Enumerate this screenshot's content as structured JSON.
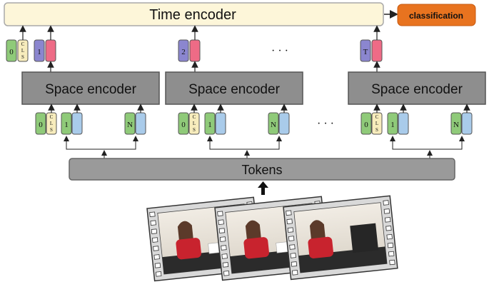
{
  "time_encoder": {
    "label": "Time encoder"
  },
  "classification": {
    "label": "classification"
  },
  "space_encoders": [
    {
      "label": "Space encoder"
    },
    {
      "label": "Space encoder"
    },
    {
      "label": "Space encoder"
    }
  ],
  "tokens_bar": {
    "label": "Tokens"
  },
  "ellipsis": "· · ·",
  "token_labels": {
    "zero": "0",
    "cls": "C\nL\nS",
    "one": "1",
    "n": "N",
    "two": "2",
    "t": "T"
  },
  "colors": {
    "time_encoder_fill": "#fdf6d9",
    "classification_fill": "#e8731f",
    "space_encoder_fill": "#8e8e8e",
    "tokens_fill": "#9a9a9a",
    "green_token": "#8fca79",
    "yellow_token": "#f7ecbc",
    "blue_token": "#a9cbea",
    "purple_token": "#8b86cf",
    "pink_token": "#ee6b86"
  },
  "frames": {
    "description": ""
  }
}
